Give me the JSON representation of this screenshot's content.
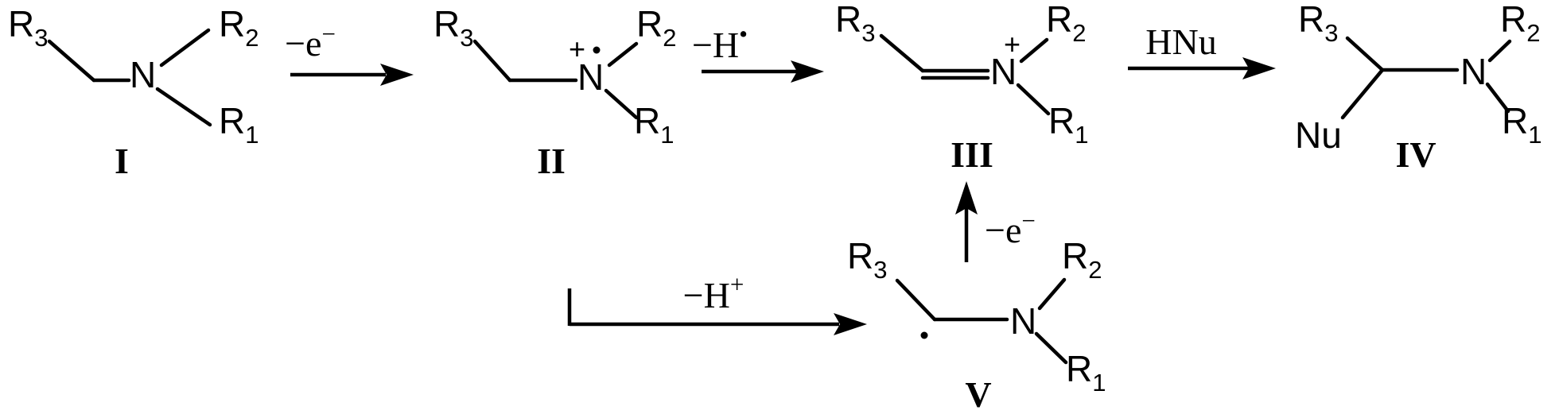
{
  "groups": {
    "r1": "R",
    "r2": "R",
    "r3": "R",
    "n1": "1",
    "n2": "2",
    "n3": "3"
  },
  "atoms": {
    "nitrogen": "N",
    "nucleophile": "Nu"
  },
  "charges": {
    "plus": "+"
  },
  "compounds": {
    "I": "I",
    "II": "II",
    "III": "III",
    "IV": "IV",
    "V": "V"
  },
  "arrows": {
    "ox1": {
      "base": "−e",
      "sup": "−"
    },
    "h_atom": {
      "base": "−H",
      "sup": "•"
    },
    "nucleophile": {
      "base": "HNu"
    },
    "deprot": {
      "base": "−H",
      "sup": "+"
    },
    "ox2": {
      "base": "−e",
      "sup": "−"
    }
  }
}
